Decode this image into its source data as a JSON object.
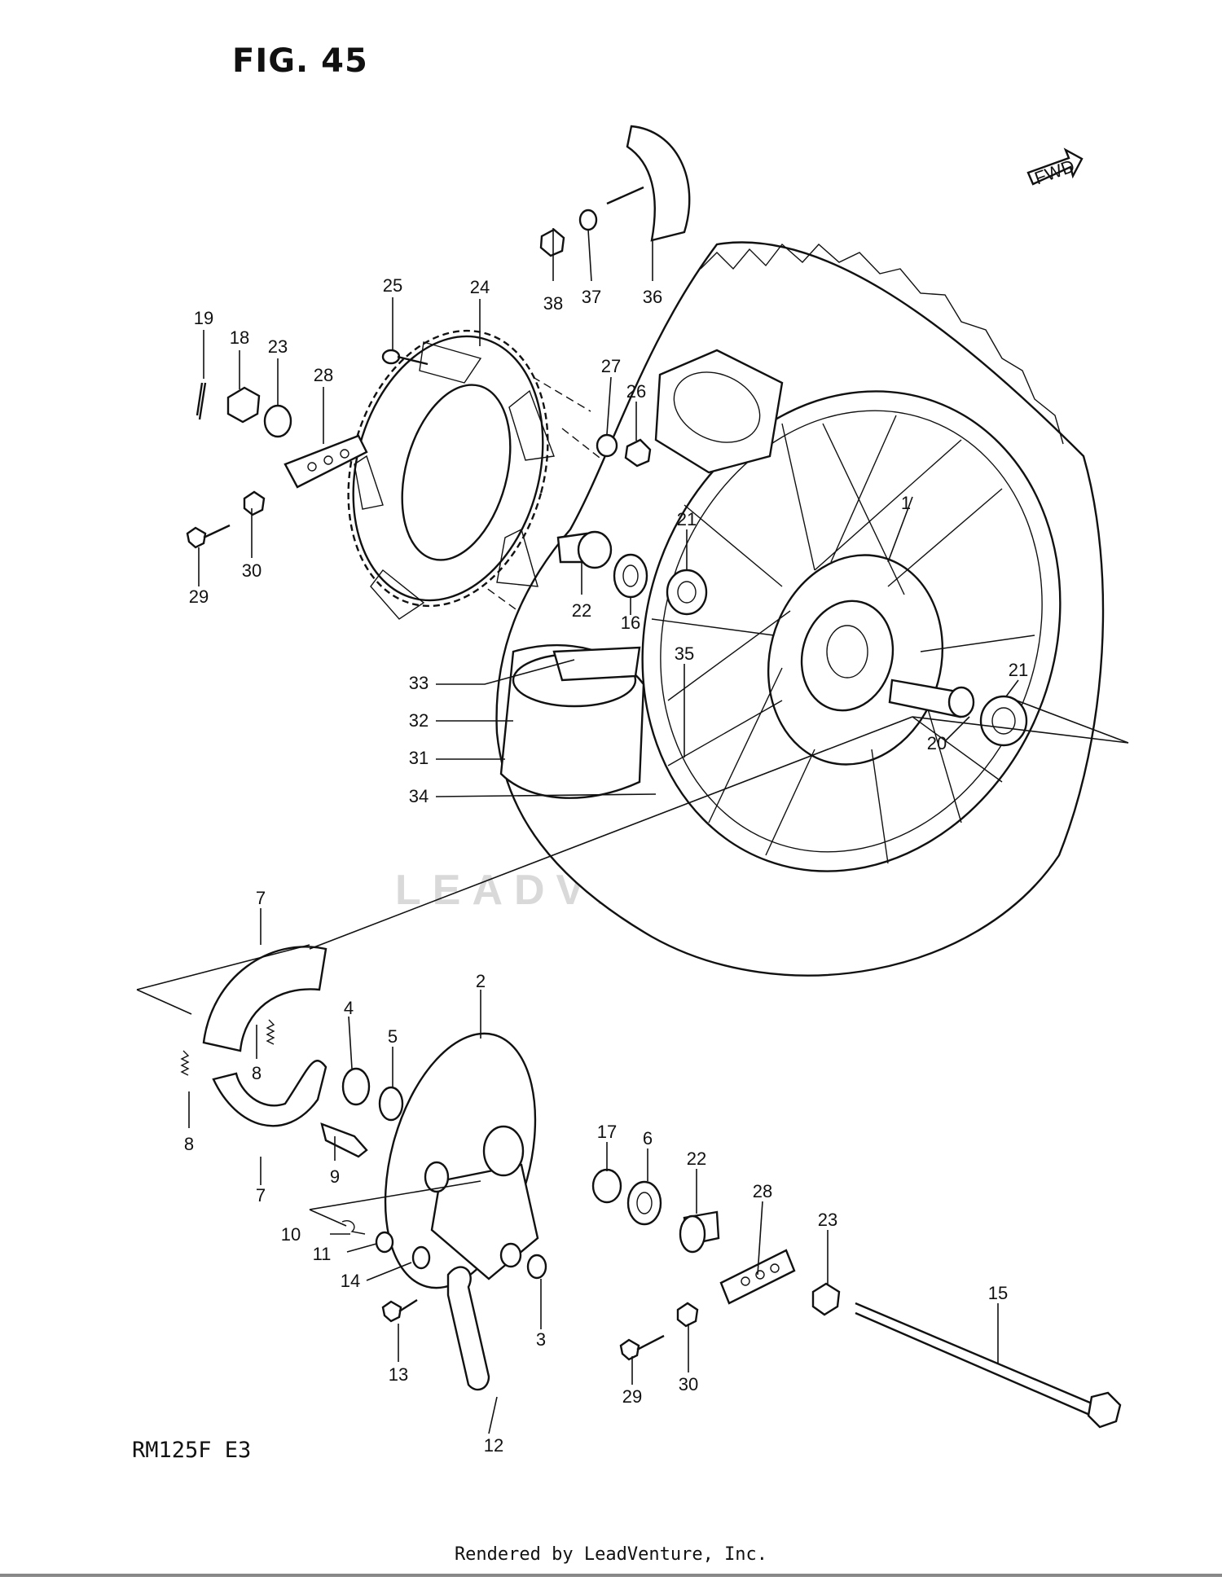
{
  "figure_title": "FIG. 45",
  "model_code": "RM125F  E3",
  "footer": "Rendered by LeadVenture, Inc.",
  "watermark": "LEADVENTURE",
  "direction_badge": "FWD",
  "callouts": {
    "c1": "1",
    "c2": "2",
    "c3": "3",
    "c4": "4",
    "c5": "5",
    "c6": "6",
    "c7a": "7",
    "c7b": "7",
    "c8a": "8",
    "c8b": "8",
    "c9": "9",
    "c10": "10",
    "c11": "11",
    "c12": "12",
    "c13": "13",
    "c14": "14",
    "c15": "15",
    "c16": "16",
    "c17": "17",
    "c18": "18",
    "c19": "19",
    "c20": "20",
    "c21a": "21",
    "c21b": "21",
    "c22a": "22",
    "c22b": "22",
    "c23a": "23",
    "c23b": "23",
    "c24": "24",
    "c25": "25",
    "c26": "26",
    "c27": "27",
    "c28a": "28",
    "c28b": "28",
    "c29a": "29",
    "c29b": "29",
    "c30a": "30",
    "c30b": "30",
    "c31": "31",
    "c32": "32",
    "c33": "33",
    "c34": "34",
    "c35": "35",
    "c36": "36",
    "c37": "37",
    "c38": "38"
  }
}
